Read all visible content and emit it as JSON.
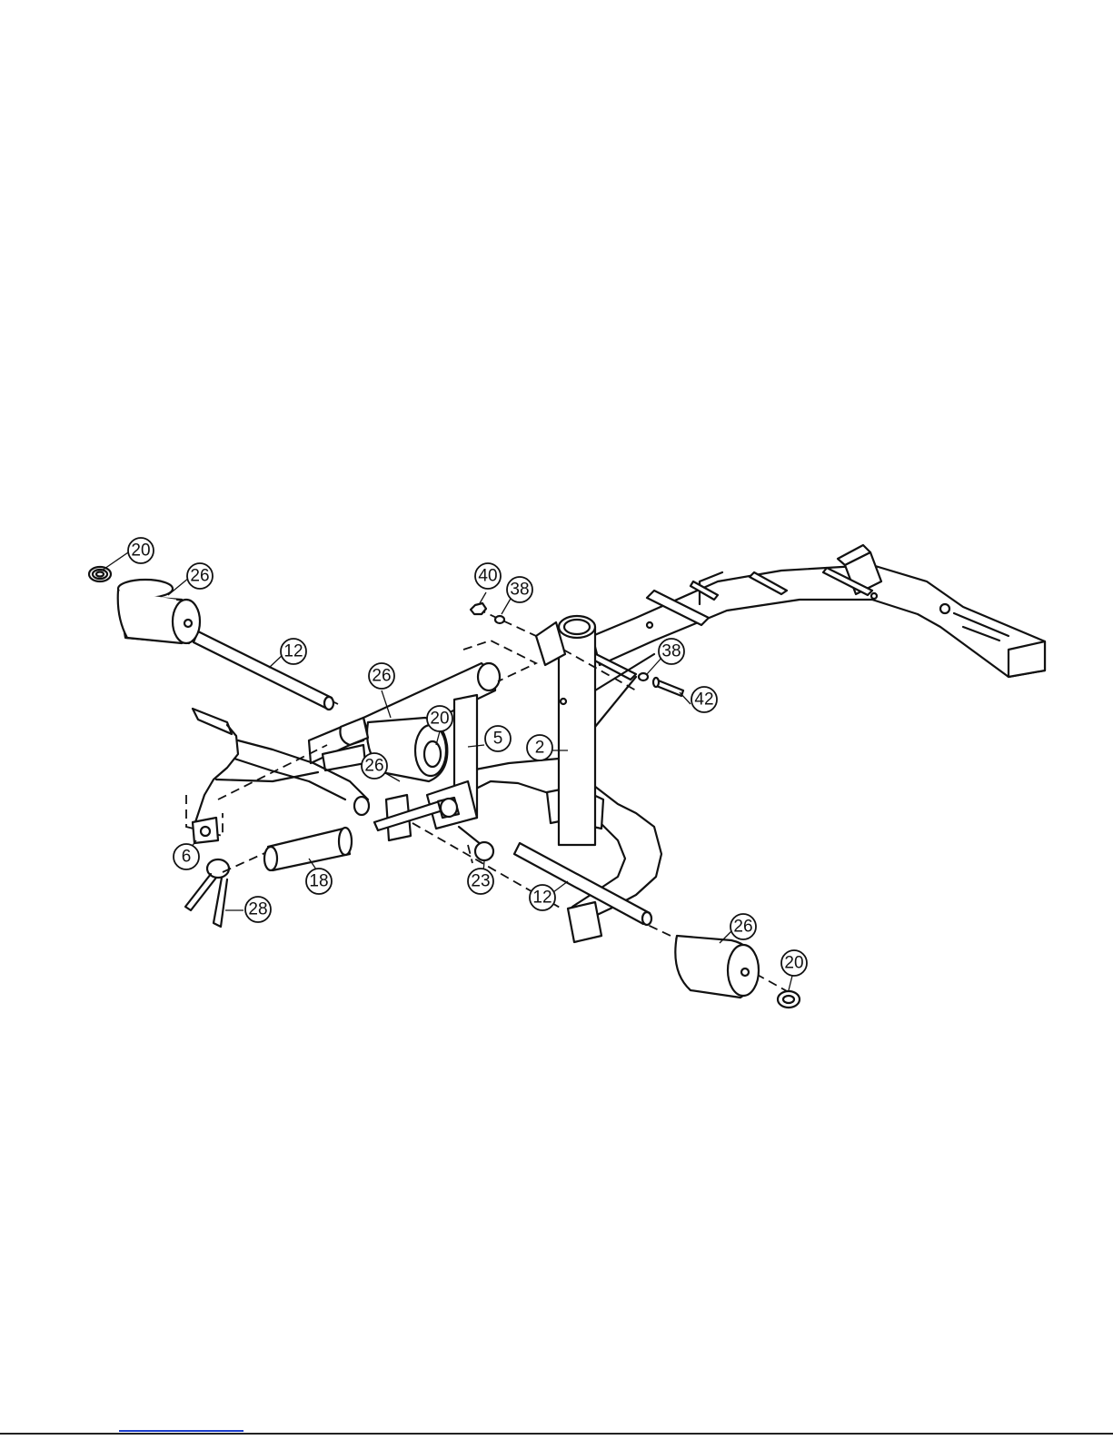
{
  "callouts": [
    {
      "id": "c-20a",
      "label": "20"
    },
    {
      "id": "c-26a",
      "label": "26"
    },
    {
      "id": "c-12a",
      "label": "12"
    },
    {
      "id": "c-26b",
      "label": "26"
    },
    {
      "id": "c-20b",
      "label": "20"
    },
    {
      "id": "c-26c",
      "label": "26"
    },
    {
      "id": "c-5",
      "label": "5"
    },
    {
      "id": "c-2",
      "label": "2"
    },
    {
      "id": "c-40",
      "label": "40"
    },
    {
      "id": "c-38a",
      "label": "38"
    },
    {
      "id": "c-38b",
      "label": "38"
    },
    {
      "id": "c-42",
      "label": "42"
    },
    {
      "id": "c-6",
      "label": "6"
    },
    {
      "id": "c-18",
      "label": "18"
    },
    {
      "id": "c-23",
      "label": "23"
    },
    {
      "id": "c-12b",
      "label": "12"
    },
    {
      "id": "c-28",
      "label": "28"
    },
    {
      "id": "c-26d",
      "label": "26"
    },
    {
      "id": "c-20c",
      "label": "20"
    }
  ]
}
